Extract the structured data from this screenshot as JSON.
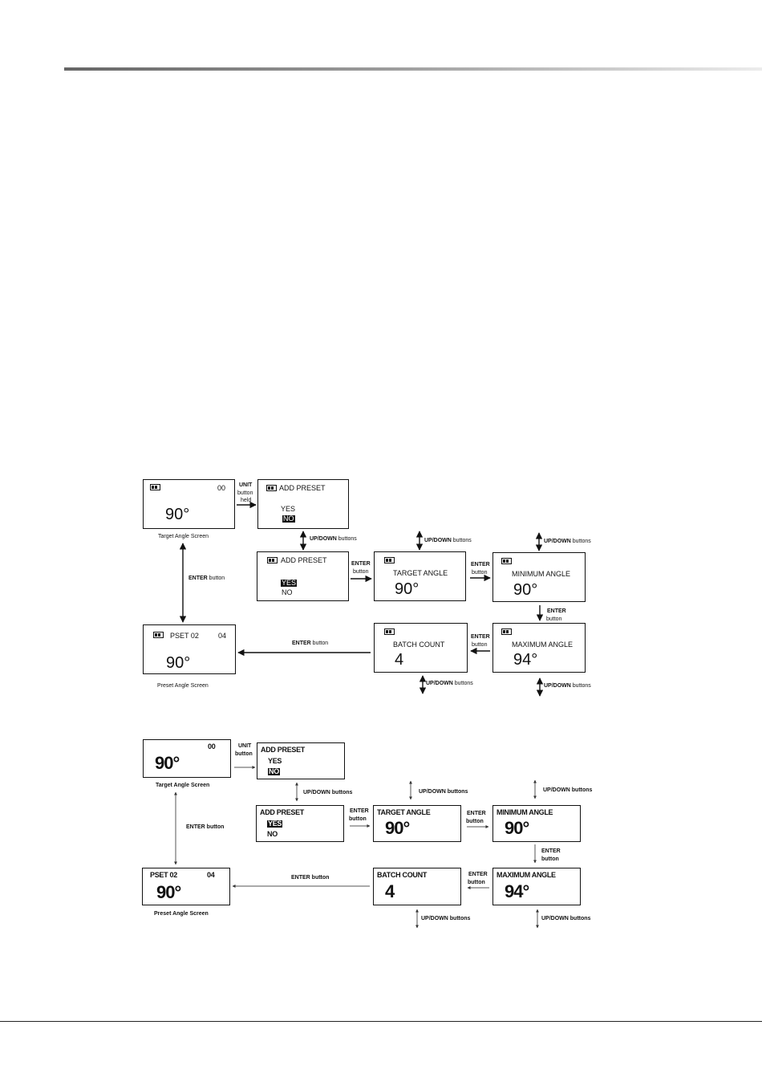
{
  "diagram1": {
    "target_screen": {
      "count": "00",
      "angle": "90°",
      "caption": "Target Angle Screen"
    },
    "add_preset_no": {
      "title": "ADD PRESET",
      "yes": "YES",
      "no": "NO"
    },
    "add_preset_yes": {
      "title": "ADD PRESET",
      "yes": "YES",
      "no": "NO"
    },
    "target_angle": {
      "title": "TARGET ANGLE",
      "angle": "90°"
    },
    "minimum_angle": {
      "title": "MINIMUM ANGLE",
      "angle": "90°"
    },
    "maximum_angle": {
      "title": "MAXIMUM ANGLE",
      "angle": "94°"
    },
    "batch_count": {
      "title": "BATCH COUNT",
      "value": "4"
    },
    "preset_screen": {
      "name": "PSET 02",
      "count": "04",
      "angle": "90°",
      "caption": "Preset Angle Screen"
    },
    "labels": {
      "unit_1": "UNIT",
      "unit_2": "button",
      "unit_3": "held",
      "updown_bold": "UP/DOWN",
      "updown_rest": " buttons",
      "enter_bold": "ENTER",
      "enter_rest": " button",
      "enter_top": "ENTER",
      "enter_bottom": "button"
    }
  },
  "diagram2": {
    "target_screen": {
      "count": "00",
      "angle": "90°",
      "caption": "Target Angle Screen"
    },
    "add_preset_no": {
      "title": "ADD PRESET",
      "yes": "YES",
      "no": "NO"
    },
    "add_preset_yes": {
      "title": "ADD PRESET",
      "yes": "YES",
      "no": "NO"
    },
    "target_angle": {
      "title": "TARGET ANGLE",
      "angle": "90°"
    },
    "minimum_angle": {
      "title": "MINIMUM ANGLE",
      "angle": "90°"
    },
    "maximum_angle": {
      "title": "MAXIMUM ANGLE",
      "angle": "94°"
    },
    "batch_count": {
      "title": "BATCH COUNT",
      "value": "4"
    },
    "preset_screen": {
      "name": "PSET 02",
      "count": "04",
      "angle": "90°",
      "caption": "Preset Angle Screen"
    },
    "labels": {
      "unit_1": "UNIT",
      "unit_2": "button",
      "updown": "UP/DOWN buttons",
      "enter": "ENTER button",
      "enter_top": "ENTER",
      "enter_bottom": "button"
    }
  }
}
